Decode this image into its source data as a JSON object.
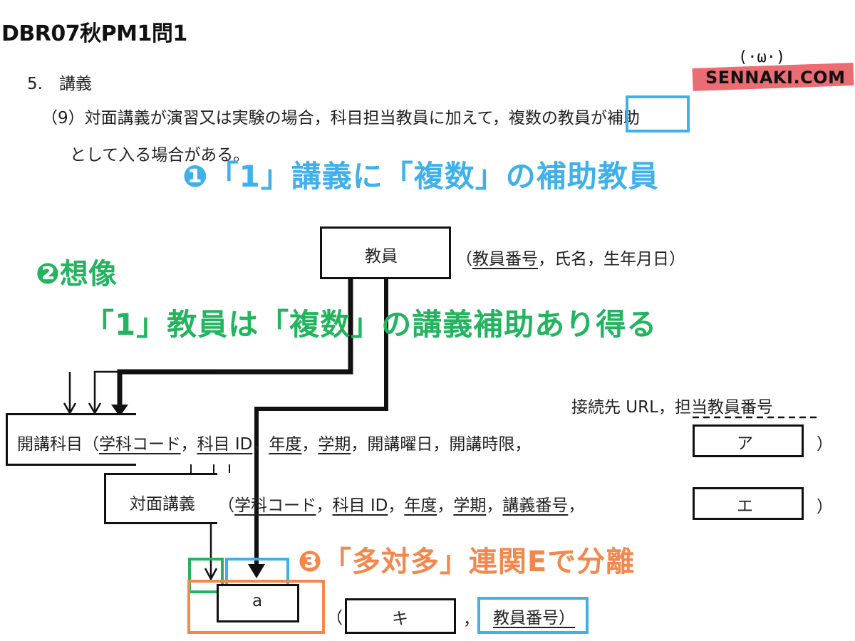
{
  "header": {
    "title": "DBR07秋PM1問1"
  },
  "logo": {
    "face": "(·ω·)",
    "text": "SENNAKI.COM"
  },
  "question": {
    "section": "5.　講義",
    "item_no": "（9）",
    "line1_a": "対面講義が演習又は実験の場合，科目担当教員に加えて，",
    "line1_highlight": "複数",
    "line1_b": "の教員が補助",
    "line2": "として入る場合がある。"
  },
  "annotations": {
    "a1": "❶「1」講義に「複数」の補助教員",
    "a2_title": "❷想像",
    "a2_body": "「1」教員は「複数」の講義補助あり得る",
    "a3": "❸「多対多」連関Eで分離"
  },
  "entities": {
    "teacher": {
      "name": "教員",
      "attr_open": "（",
      "key": "教員番号",
      "rest": "，氏名，生年月日）"
    },
    "url_line": {
      "text": "接続先 URL，",
      "key": "担当教員番号"
    },
    "course": {
      "name": "開講科目（",
      "keys": [
        "学科コード",
        "科目 ID",
        "年度",
        "学期"
      ],
      "rest": "，開講曜日，開講時限，",
      "blank": "ア",
      "close": "）"
    },
    "lecture": {
      "name": "対面講義",
      "open": "（",
      "keys": [
        "学科コード",
        "科目 ID",
        "年度",
        "学期",
        "講義番号"
      ],
      "blank": "エ",
      "close": "）"
    },
    "relation": {
      "name": "a",
      "open": "（",
      "blank": "キ",
      "comma": "，",
      "key": "教員番号）"
    }
  },
  "colors": {
    "blue": "#3fb0ec",
    "green": "#22b45e",
    "orange": "#f4874b",
    "red": "#e8525a"
  }
}
